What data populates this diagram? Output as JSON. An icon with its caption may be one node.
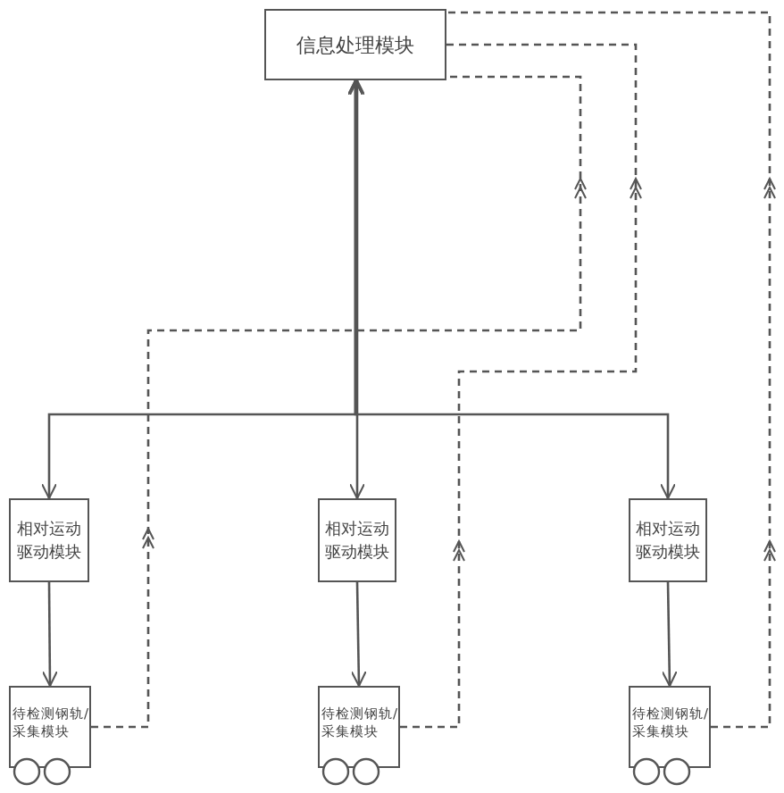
{
  "diagram": {
    "nodes": [
      {
        "text": [
          "信息处理模块"
        ]
      },
      {
        "text": [
          "相对运动驱动模块"
        ]
      },
      {
        "text": [
          "相对运动驱动模块"
        ]
      },
      {
        "text": [
          "相对运动驱动模块"
        ]
      },
      {
        "text": [
          "待检测钢轨/采集模块"
        ]
      },
      {
        "text": [
          "待检测钢轨/采集模块"
        ]
      },
      {
        "text": [
          "待检测钢轨/采集模块"
        ]
      }
    ],
    "edges": [
      {
        "from": 0,
        "to": 1,
        "arrow": "both"
      },
      {
        "from": 0,
        "to": 2,
        "arrow": "both"
      },
      {
        "from": 0,
        "to": 3,
        "arrow": "both"
      },
      {
        "from": 1,
        "to": 4,
        "arrow": "to"
      },
      {
        "from": 2,
        "to": 5,
        "arrow": "to"
      },
      {
        "from": 3,
        "to": 6,
        "arrow": "to"
      },
      {
        "from": 4,
        "to": 0,
        "arrow": "to",
        "style": "dashed"
      },
      {
        "from": 5,
        "to": 0,
        "arrow": "to",
        "style": "dashed"
      },
      {
        "from": 6,
        "to": 0,
        "arrow": "to",
        "style": "dashed"
      }
    ]
  }
}
